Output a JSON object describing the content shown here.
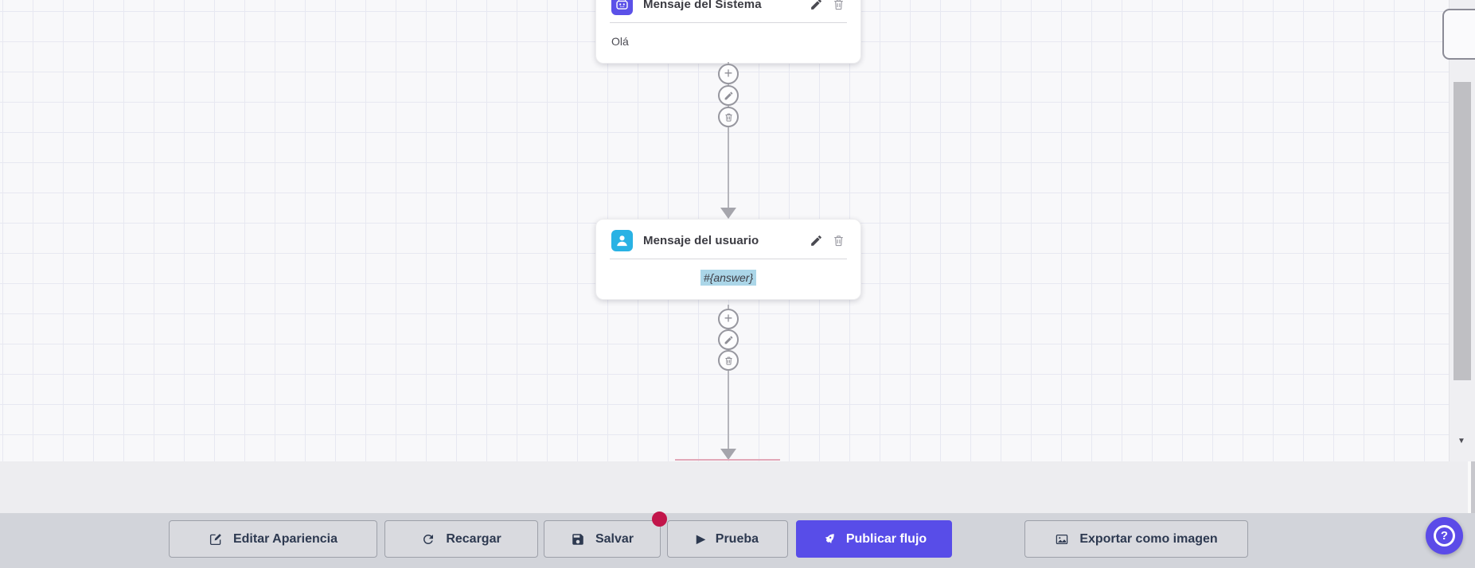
{
  "app": {
    "type": "chatbot-flow-builder"
  },
  "colors": {
    "accent_indigo": "#584DE8",
    "bot_icon_bg": "#5B51E8",
    "user_icon_bg": "#29B2E4",
    "notification_dot": "#C2164B",
    "variable_highlight": "#ABD6E8",
    "canvas_bg": "#F8F8FA",
    "grid_line": "#E7E8F1",
    "toolbar_bg": "#D2D4DA",
    "button_bg": "#D9DADF",
    "button_text": "#2D3950"
  },
  "canvas": {
    "nodes": [
      {
        "title": "Mensaje del Sistema",
        "icon": "bot-icon",
        "body": "Olá",
        "actions": [
          {
            "icon": "pencil-icon"
          },
          {
            "icon": "trash-icon"
          }
        ]
      },
      {
        "title": "Mensaje del usuario",
        "icon": "user-icon",
        "body": "#{answer}",
        "body_highlighted": true,
        "actions": [
          {
            "icon": "pencil-icon"
          },
          {
            "icon": "trash-icon"
          }
        ]
      }
    ],
    "connectors": [
      {
        "buttons": [
          {
            "icon": "plus-icon"
          },
          {
            "icon": "pencil-icon"
          },
          {
            "icon": "trash-icon"
          }
        ]
      },
      {
        "buttons": [
          {
            "icon": "plus-icon"
          },
          {
            "icon": "pencil-icon"
          },
          {
            "icon": "trash-icon"
          }
        ]
      }
    ]
  },
  "toolbar": {
    "buttons": [
      {
        "label": "Editar Apariencia",
        "icon": "pencil-square-icon"
      },
      {
        "label": "Recargar",
        "icon": "refresh-icon"
      },
      {
        "label": "Salvar",
        "icon": "save-icon",
        "notification_dot": true
      },
      {
        "label": "Prueba",
        "icon": "play-icon"
      },
      {
        "label": "Publicar flujo",
        "icon": "rocket-icon",
        "primary": true
      },
      {
        "label": "Exportar como imagen",
        "icon": "image-icon"
      }
    ]
  },
  "help_button": {
    "icon": "question-circle-icon"
  },
  "glyphs": {
    "plus": "+",
    "play": "▶",
    "down_arrow": "▼",
    "question": "?"
  }
}
